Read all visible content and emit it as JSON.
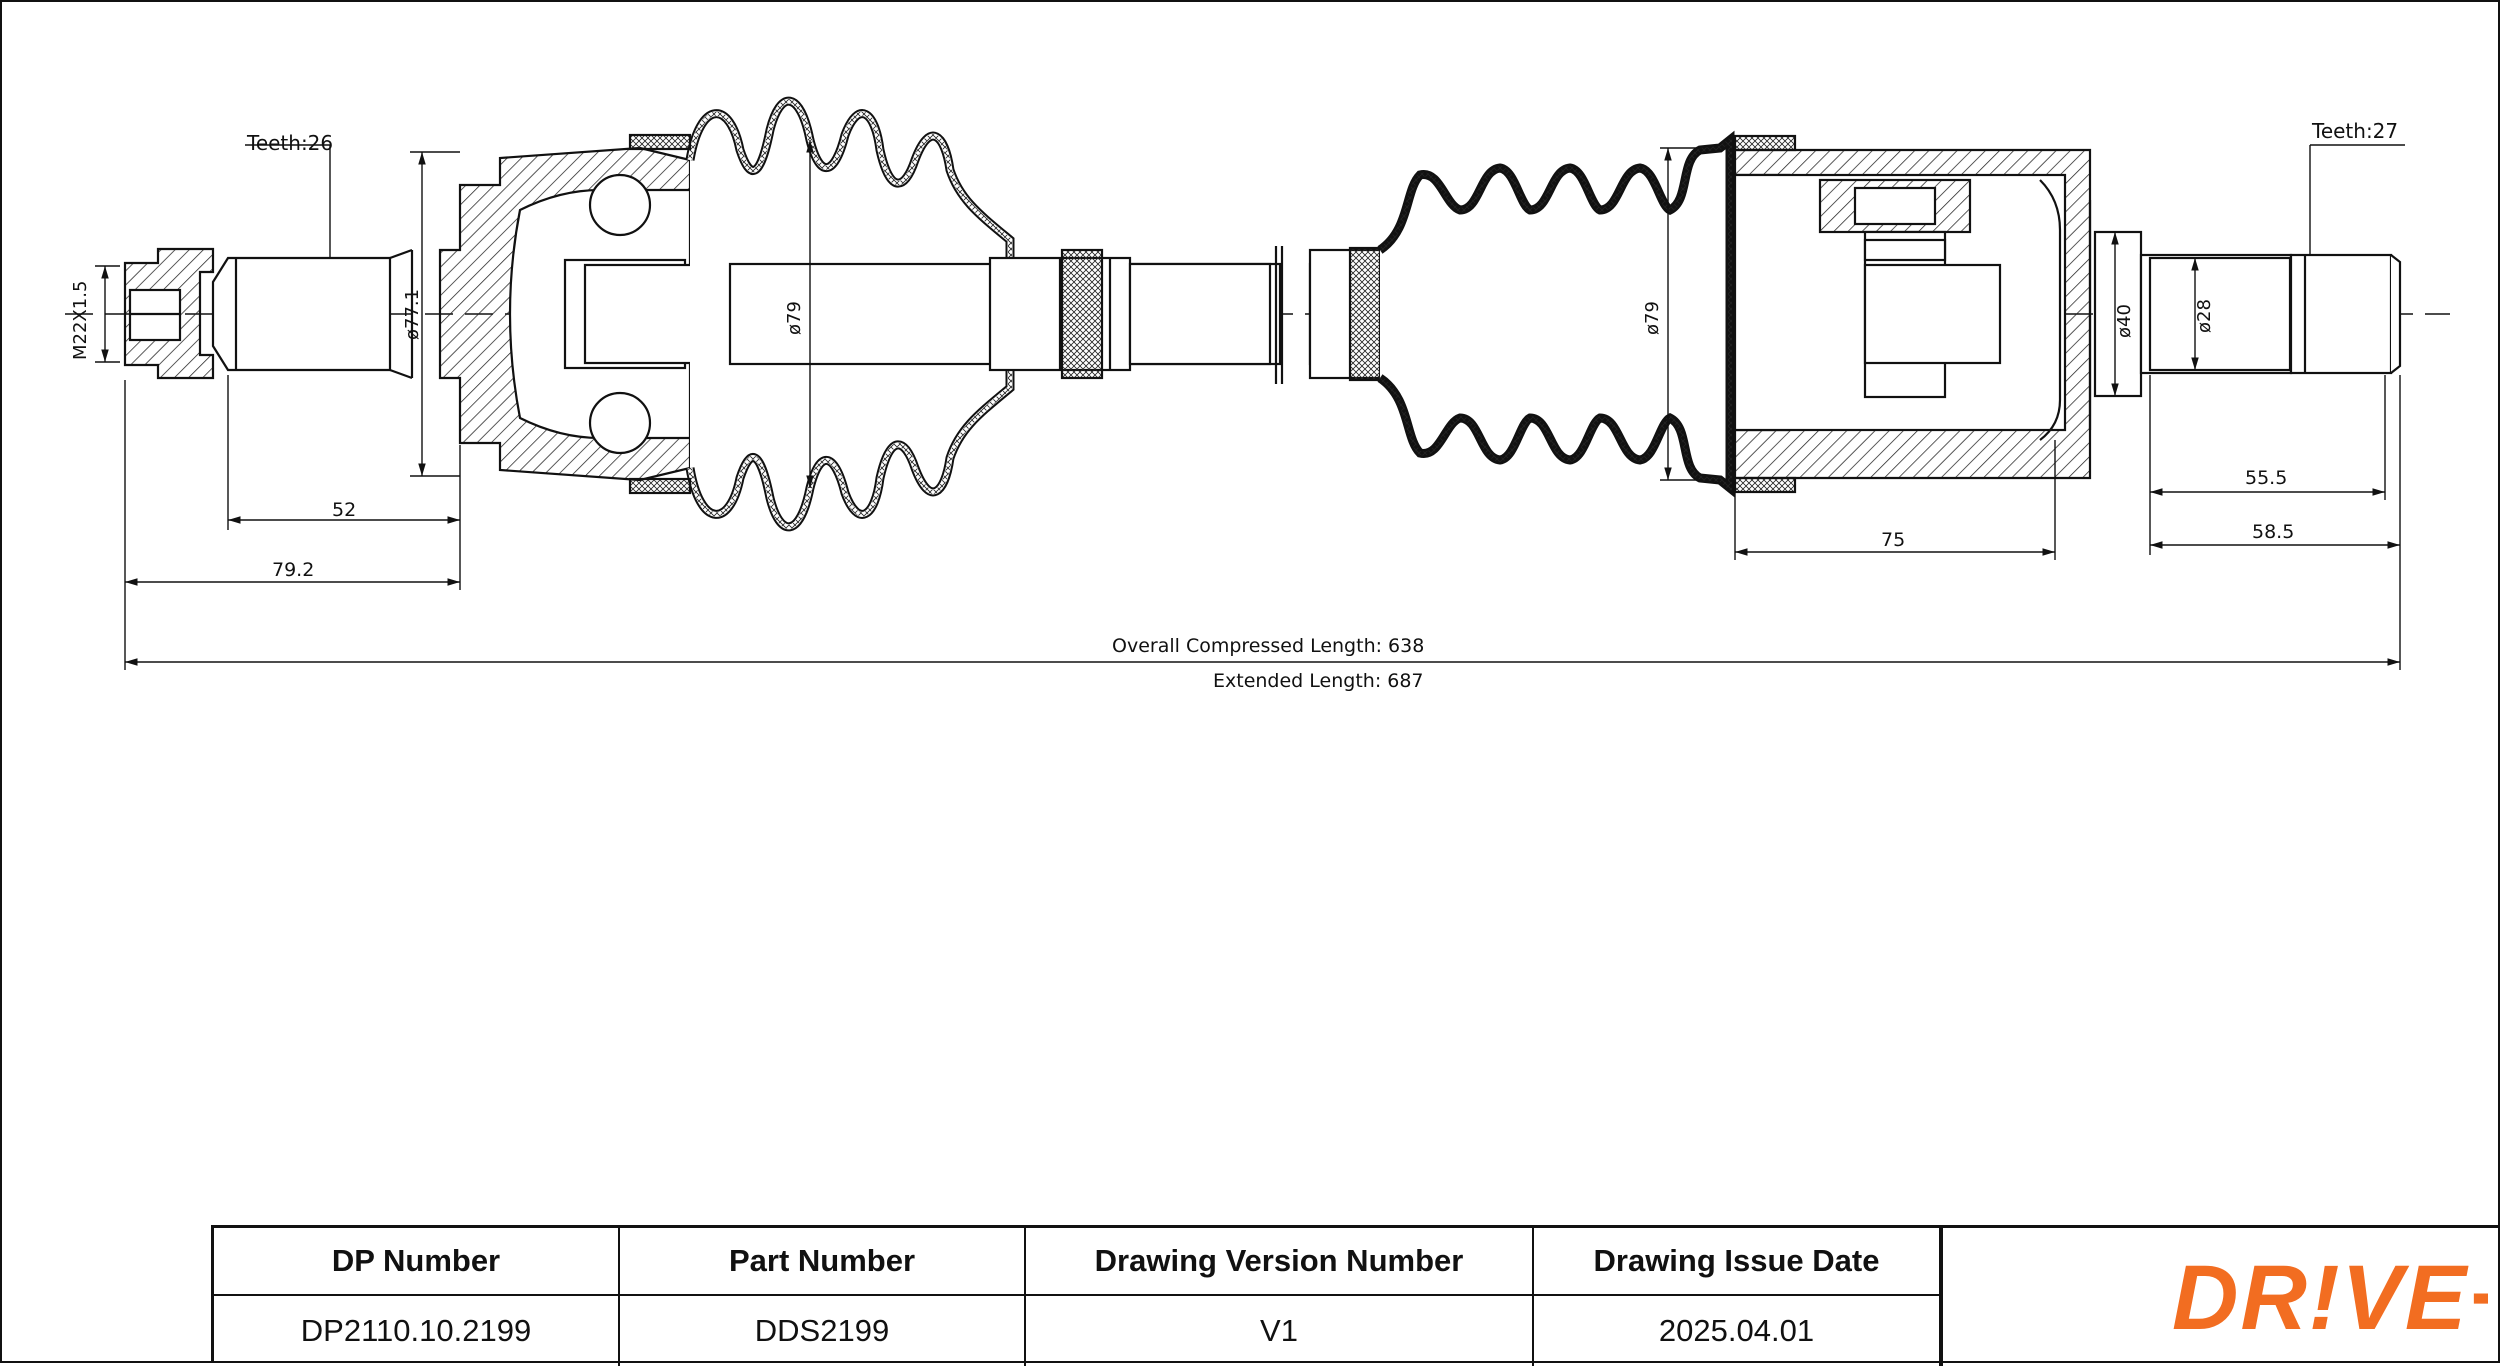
{
  "drawing": {
    "teeth_left": "Teeth:26",
    "teeth_right": "Teeth:27",
    "thread": "M22X1.5",
    "dia_left_joint": "ø77.1",
    "dia_left_boot": "ø79",
    "dia_right_boot": "ø79",
    "dia_right_stub": "ø40",
    "dia_right_spline": "ø28",
    "dim_52": "52",
    "dim_79_2": "79.2",
    "dim_75": "75",
    "dim_55_5": "55.5",
    "dim_58_5": "58.5",
    "overall_length": "Overall  Compressed  Length: 638",
    "extended_length": "Extended  Length: 687"
  },
  "title_block": {
    "headers": [
      "DP Number",
      "Part Number",
      "Drawing Version Number",
      "Drawing Issue Date"
    ],
    "values": [
      "DP2110.10.2199",
      "DDS2199",
      "V1",
      "2025.04.01"
    ]
  },
  "brand": {
    "logo_text": "DR!VE+",
    "logo_color": "#f26d21"
  }
}
